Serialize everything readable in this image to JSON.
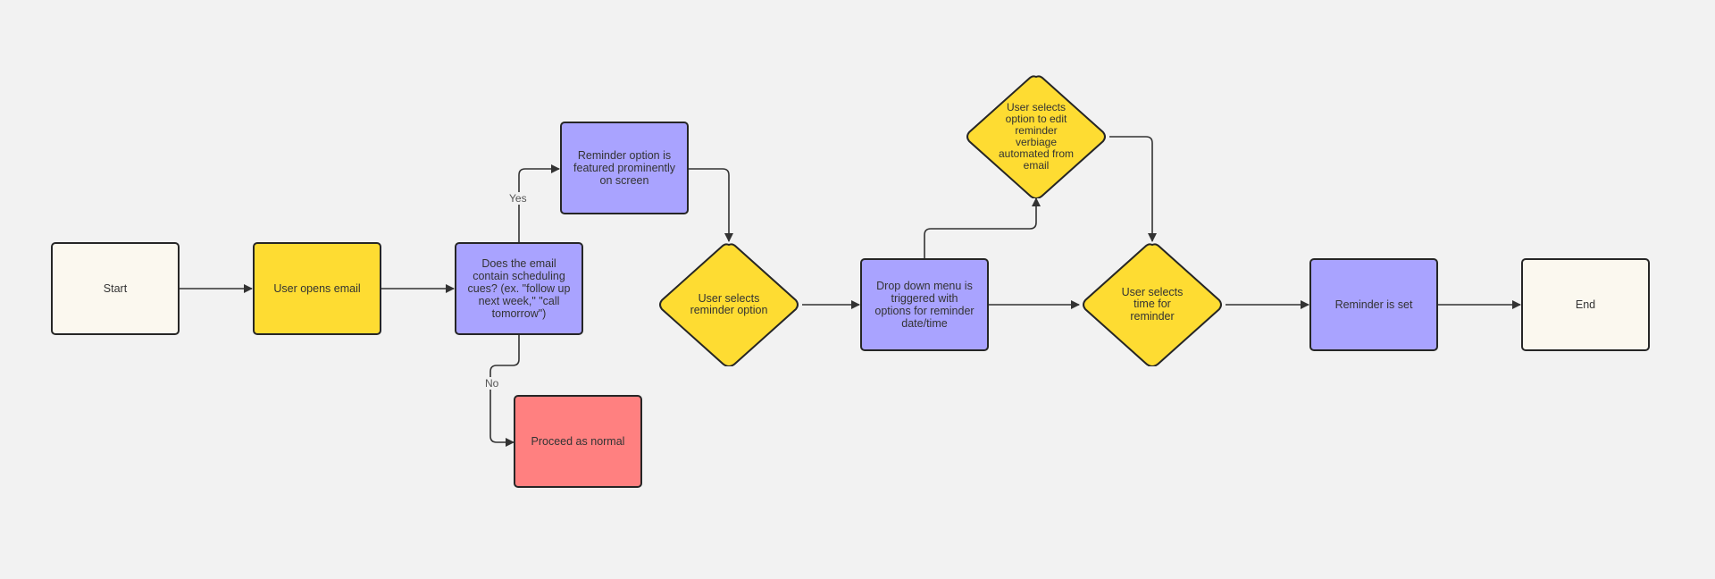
{
  "nodes": {
    "start": "Start",
    "open_email": "User opens email",
    "scheduling_cues": "Does the email contain scheduling cues? (ex. \"follow up next week,\" \"call tomorrow\")",
    "reminder_featured": "Reminder option is featured prominently on screen",
    "proceed_normal": "Proceed as normal",
    "select_reminder": "User selects reminder option",
    "dropdown_menu": "Drop down menu is triggered with options for reminder date/time",
    "edit_verbiage": "User selects option to edit reminder verbiage automated from email",
    "select_time": "User selects time for reminder",
    "reminder_set": "Reminder is set",
    "end": "End"
  },
  "edge_labels": {
    "yes": "Yes",
    "no": "No"
  },
  "colors": {
    "background": "#f2f2f2",
    "start_end": "#fbf8ef",
    "process_yellow": "#fedc32",
    "process_purple": "#a9a3ff",
    "negative_red": "#ff8080",
    "stroke": "#262626"
  }
}
